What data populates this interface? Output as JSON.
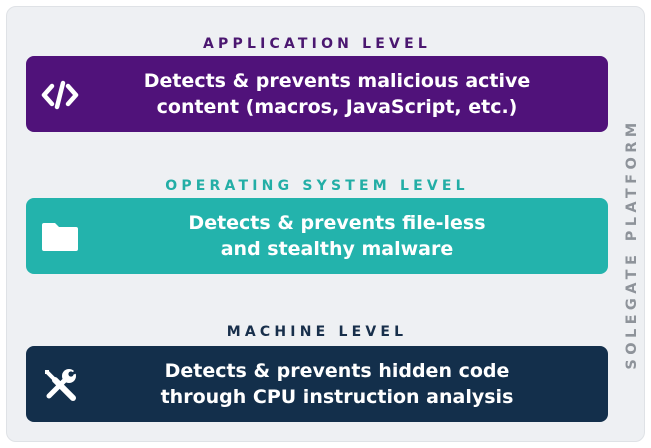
{
  "colors": {
    "application": "#50127a",
    "operating_system": "#23b3ac",
    "machine": "#132f4b",
    "label_application": "#4b1770",
    "label_operating_system": "#23aea6",
    "label_machine": "#182f4b",
    "side_label": "#8e939a"
  },
  "side_label": "SOLEGATE PLATFORM",
  "levels": [
    {
      "title": "APPLICATION LEVEL",
      "description": "Detects & prevents malicious active\ncontent (macros, JavaScript, etc.)",
      "icon": "code-icon"
    },
    {
      "title": "OPERATING SYSTEM LEVEL",
      "description": "Detects & prevents file-less\nand stealthy malware",
      "icon": "folder-icon"
    },
    {
      "title": "MACHINE LEVEL",
      "description": "Detects & prevents hidden code\nthrough CPU instruction analysis",
      "icon": "tools-icon"
    }
  ]
}
